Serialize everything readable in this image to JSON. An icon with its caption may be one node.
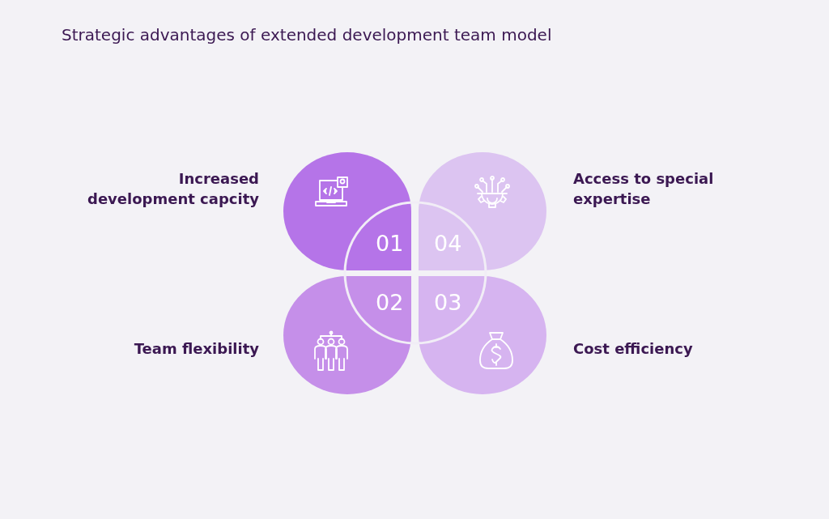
{
  "diagram": {
    "title": "Strategic advantages of extended development team model",
    "nodes": [
      {
        "text": [
          "01"
        ],
        "beside": [
          "Increased development capcity"
        ]
      },
      {
        "text": [
          "04"
        ],
        "beside": [
          "Access to special expertise"
        ]
      },
      {
        "text": [
          "02"
        ],
        "beside": [
          "Team flexibility"
        ]
      },
      {
        "text": [
          "03"
        ],
        "beside": [
          "Cost efficiency"
        ]
      }
    ]
  }
}
